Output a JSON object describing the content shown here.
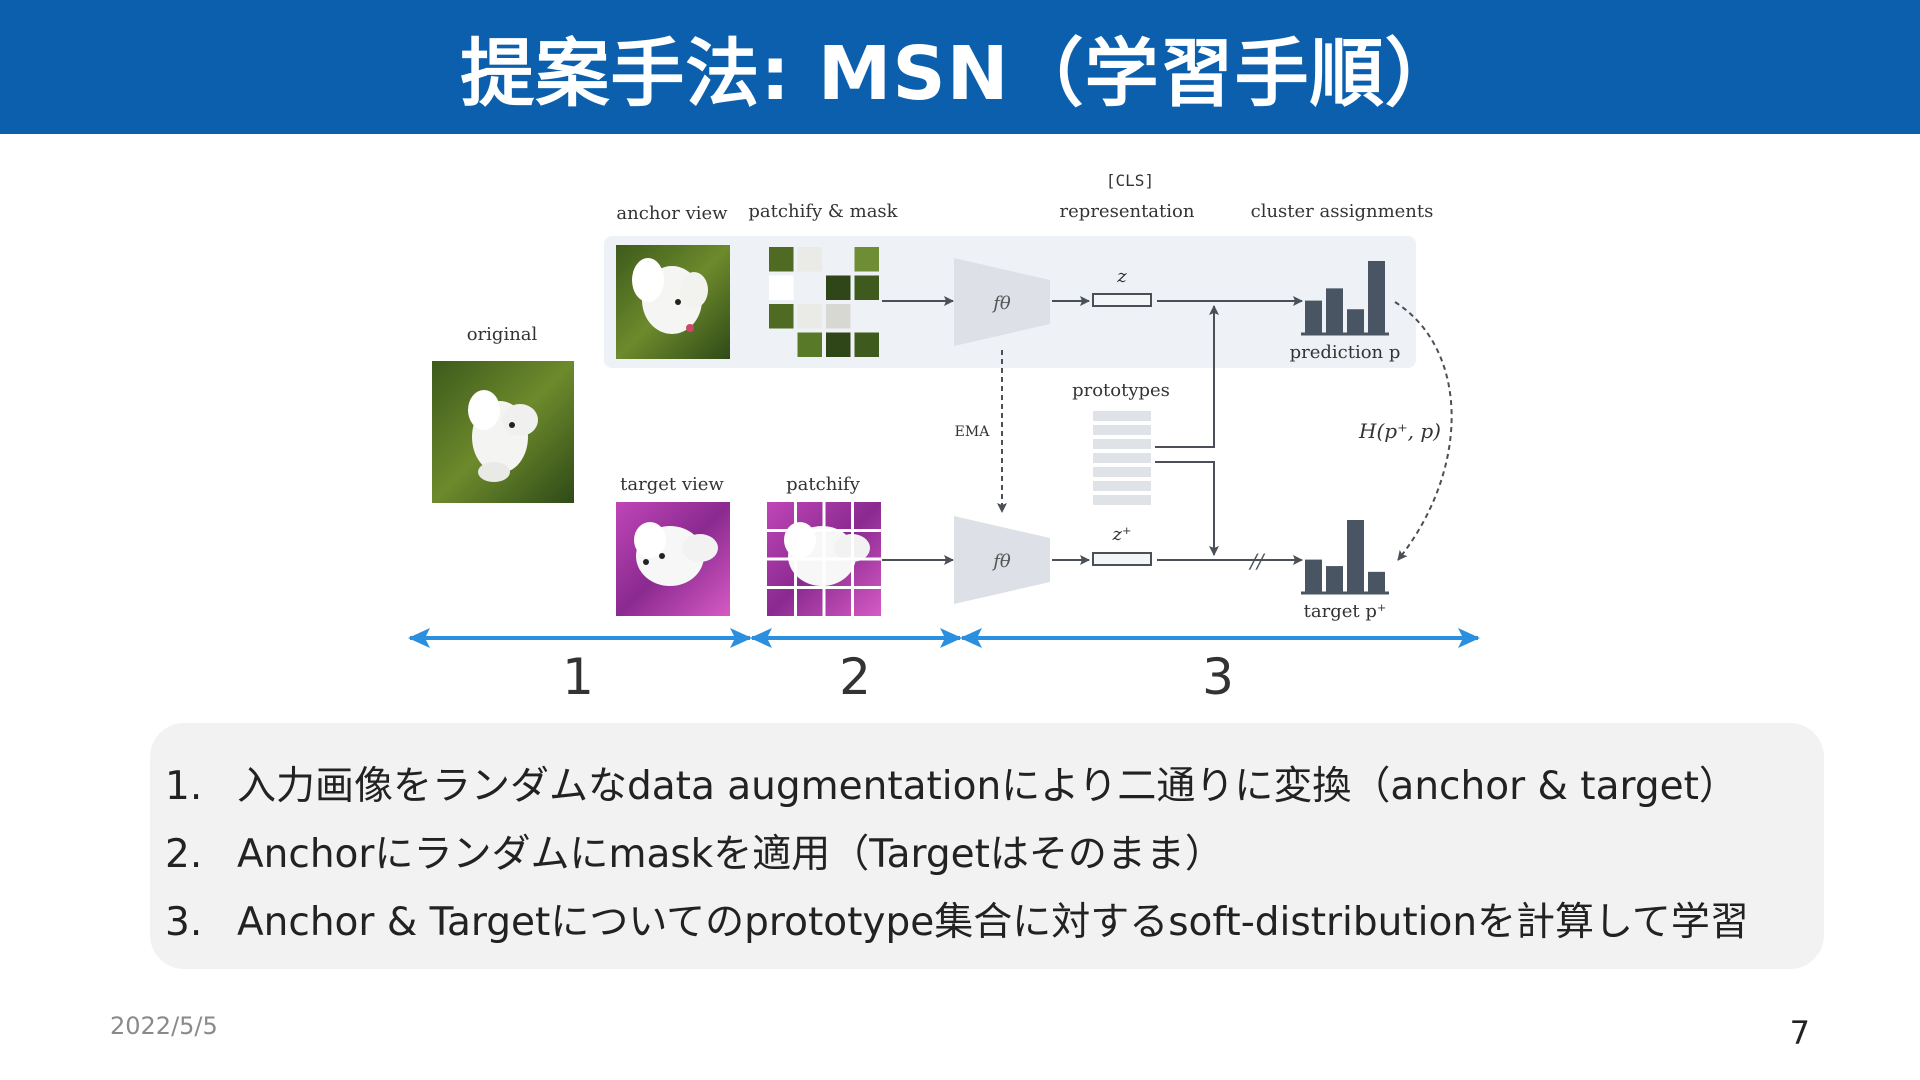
{
  "slide": {
    "title": "提案手法: MSN（学習手順）",
    "date": "2022/5/5",
    "page_number": "7"
  },
  "diagram": {
    "labels": {
      "original": "original",
      "anchor_view": "anchor view",
      "patchify_mask": "patchify & mask",
      "cls": "[CLS]",
      "representation": "representation",
      "cluster_assignments": "cluster assignments",
      "target_view": "target view",
      "patchify": "patchify",
      "encoder": "fθ",
      "z": "z",
      "z_plus": "z⁺",
      "ema": "EMA",
      "prototypes": "prototypes",
      "prediction": "prediction p",
      "loss": "H(p⁺, p)",
      "target": "target p⁺",
      "break_mark": "//"
    },
    "stages": [
      "1",
      "2",
      "3"
    ],
    "colors": {
      "panel_bg": "#eef1f5",
      "encoder_fill": "#dde1e7",
      "bar_fill": "#4a5563",
      "stage_arrow": "#2b8fdf",
      "line": "#4a4f58",
      "prototype_fill": "#dfe2e7"
    },
    "histogram": {
      "prediction": [
        0.45,
        0.62,
        0.33,
        1.0
      ],
      "target": [
        0.45,
        0.36,
        1.0,
        0.28
      ]
    },
    "mask": {
      "rows": 4,
      "cols": 4,
      "visible": [
        1,
        1,
        0,
        1,
        1,
        0,
        1,
        1,
        1,
        1,
        1,
        0,
        0,
        1,
        1,
        1
      ]
    }
  },
  "steps": [
    {
      "num": "1.",
      "text": "入力画像をランダムなdata augmentationにより二通りに変換（anchor & target）"
    },
    {
      "num": "2.",
      "text": "Anchorにランダムにmaskを適用（Targetはそのまま）"
    },
    {
      "num": "3.",
      "text": "Anchor & Targetについてのprototype集合に対するsoft-distributionを計算して学習"
    }
  ]
}
